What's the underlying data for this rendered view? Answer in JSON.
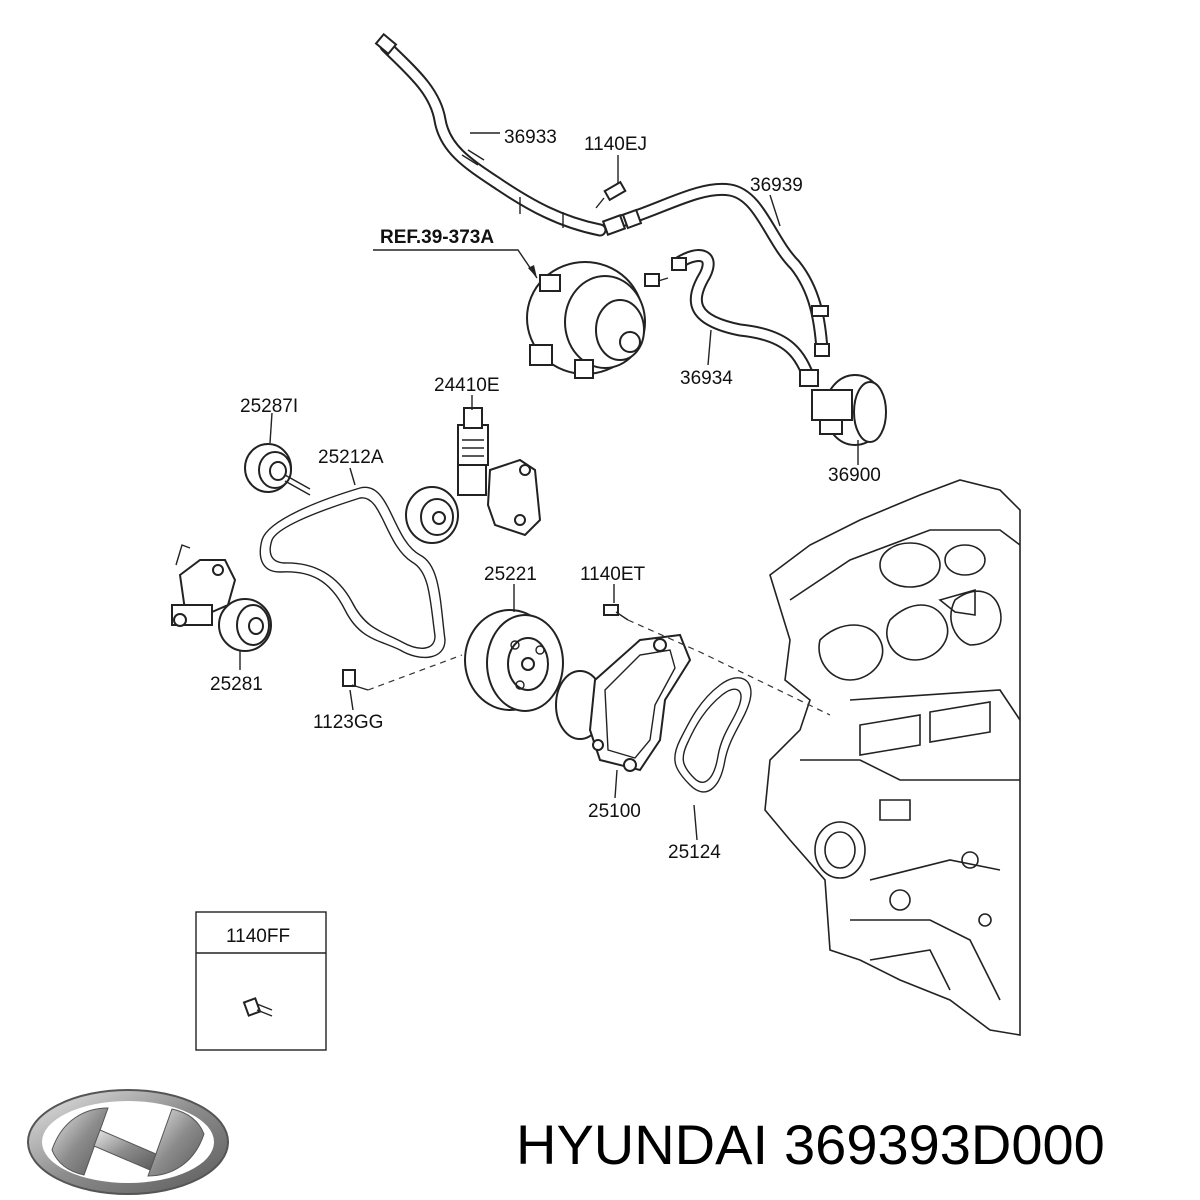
{
  "parts": {
    "p36933": "36933",
    "p1140EJ": "1140EJ",
    "p36939": "36939",
    "ref": "REF.39-373A",
    "p36934": "36934",
    "p36900": "36900",
    "p24410E": "24410E",
    "p25287I": "25287I",
    "p25212A": "25212A",
    "p25221": "25221",
    "p1140ET": "1140ET",
    "p25281": "25281",
    "p1123GG": "1123GG",
    "p25100": "25100",
    "p25124": "25124",
    "p1140FF": "1140FF"
  },
  "caption": {
    "brand": "HYUNDAI",
    "part_number": "369393D000"
  },
  "icons": {
    "logo": "hyundai-logo-icon"
  }
}
